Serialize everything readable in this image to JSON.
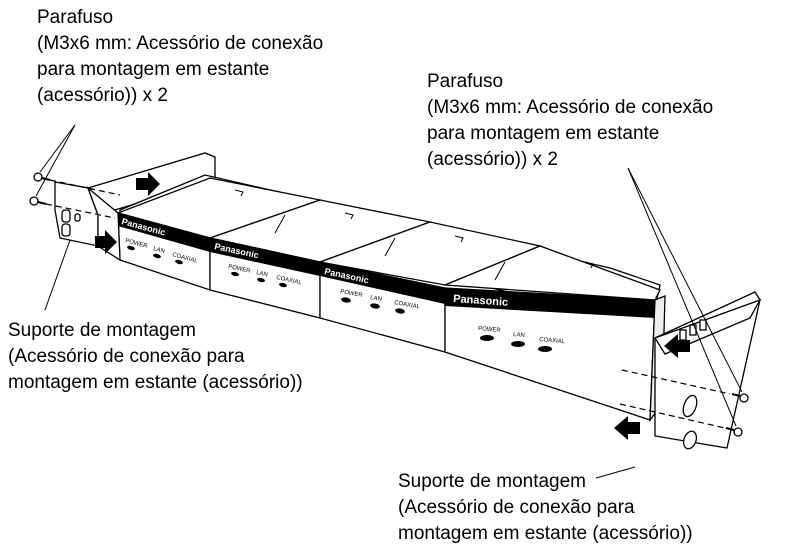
{
  "labels": {
    "screw_left": {
      "line1": "Parafuso",
      "line2": "(M3x6 mm: Acessório de conexão",
      "line3": "para montagem em estante",
      "line4": "(acessório)) x 2"
    },
    "screw_right": {
      "line1": "Parafuso",
      "line2": "(M3x6 mm: Acessório de conexão",
      "line3": "para montagem em estante",
      "line4": "(acessório)) x 2"
    },
    "bracket_left": {
      "line1": "Suporte de montagem",
      "line2": "(Acessório de conexão para",
      "line3": "montagem em estante (acessório))"
    },
    "bracket_right": {
      "line1": "Suporte de montagem",
      "line2": "(Acessório de conexão para",
      "line3": "montagem em estante (acessório))"
    }
  },
  "units": [
    {
      "brand": "Panasonic",
      "led1": "POWER",
      "led2": "LAN",
      "led3": "COAXIAL"
    },
    {
      "brand": "Panasonic",
      "led1": "POWER",
      "led2": "LAN",
      "led3": "COAXIAL"
    },
    {
      "brand": "Panasonic",
      "led1": "POWER",
      "led2": "LAN",
      "led3": "COAXIAL"
    },
    {
      "brand": "Panasonic",
      "led1": "POWER",
      "led2": "LAN",
      "led3": "COAXIAL"
    }
  ]
}
